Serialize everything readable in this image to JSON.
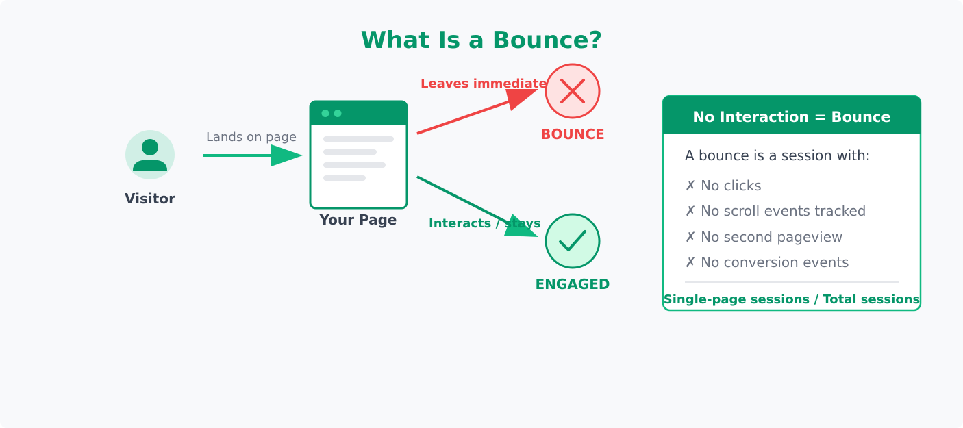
{
  "title": "What Is a Bounce?",
  "visitor": {
    "label": "Visitor",
    "icon": "person-icon"
  },
  "arrow_lands": {
    "label": "Lands on page"
  },
  "page": {
    "label": "Your Page",
    "icon": "browser-window-icon"
  },
  "bounce_path": {
    "label": "Leaves immediately",
    "outcome": "BOUNCE",
    "icon": "x-icon",
    "color": "#ef4444"
  },
  "engaged_path": {
    "label": "Interacts / stays",
    "outcome": "ENGAGED",
    "icon": "checkmark-icon",
    "color": "#059669"
  },
  "card": {
    "header": "No Interaction = Bounce",
    "intro": "A bounce is a session with:",
    "items": [
      "✗ No clicks",
      "✗ No scroll events tracked",
      "✗ No second pageview",
      "✗ No conversion events"
    ],
    "formula": "Single-page sessions / Total sessions"
  },
  "colors": {
    "primary": "#059669",
    "accent": "#10b981",
    "danger": "#ef4444",
    "text_dark": "#374151",
    "text_muted": "#6b7280",
    "background": "#f8f9fb"
  }
}
